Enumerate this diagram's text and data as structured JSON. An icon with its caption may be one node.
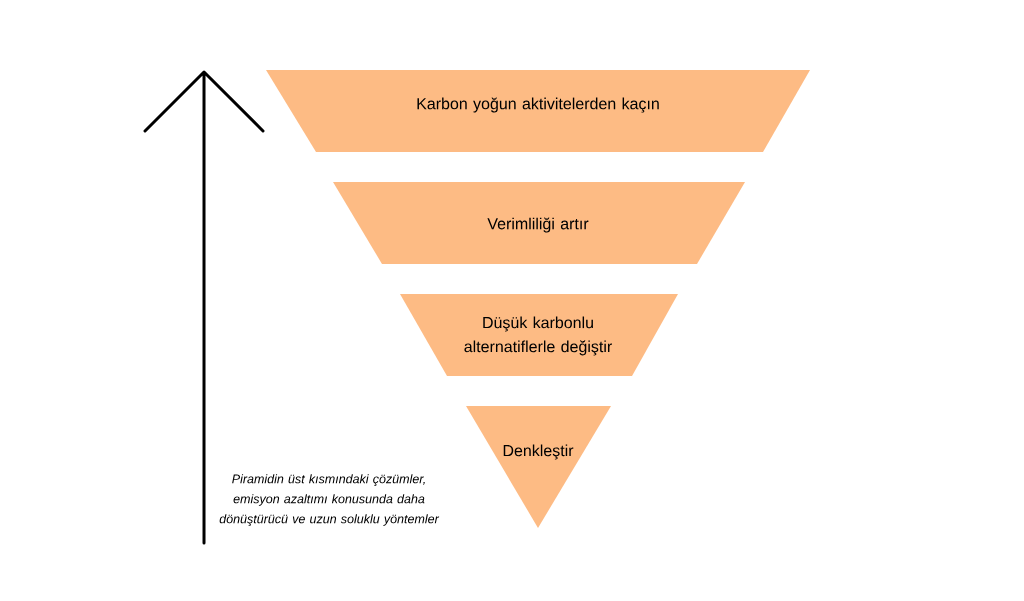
{
  "diagram": {
    "nodes": [
      {
        "text": [
          "Karbon yoğun aktivitelerden kaçın"
        ]
      },
      {
        "text": [
          "Verimliliği artır"
        ]
      },
      {
        "text": [
          "Düşük karbonlu alternatiflerle değiştir"
        ]
      },
      {
        "text": [
          "Denkleştir"
        ]
      }
    ],
    "labels": [
      "Piramidin üst kısmındaki çözümler, emisyon azaltımı konusunda daha dönüştürücü ve uzun soluklu yöntemler"
    ]
  }
}
